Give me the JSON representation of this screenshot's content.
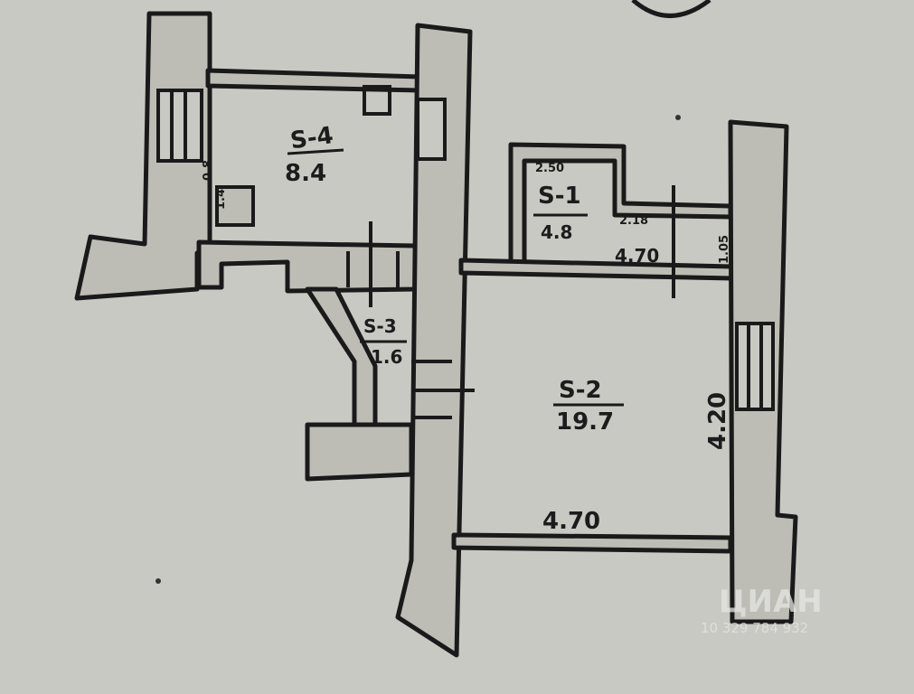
{
  "rooms": {
    "r4": {
      "name": "S-4",
      "area": "8.4"
    },
    "r1": {
      "name": "S-1",
      "area": "4.8",
      "dim_a": "2.50",
      "dim_b": "2.18"
    },
    "r3": {
      "name": "S-3",
      "area": "1.6"
    },
    "r2": {
      "name": "S-2",
      "area": "19.7"
    }
  },
  "dimensions": {
    "width_top": "4.70",
    "width_bottom": "4.70",
    "height_right": "4.20",
    "small_right": "1.05",
    "small_left": "0.8",
    "small_left2": "1.4"
  },
  "watermark": {
    "brand": "ЦИАН",
    "id": "10 329 784 932"
  }
}
